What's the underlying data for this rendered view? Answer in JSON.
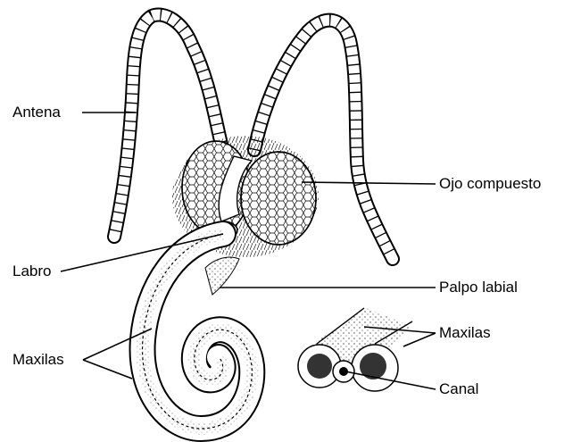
{
  "labels": {
    "antena": "Antena",
    "ojo": "Ojo compuesto",
    "labro": "Labro",
    "palpo": "Palpo labial",
    "maxilas_left": "Maxilas",
    "maxilas_right": "Maxilas",
    "canal": "Canal"
  },
  "colors": {
    "ink": "#000000",
    "paper": "#ffffff",
    "shade": "#333333"
  }
}
